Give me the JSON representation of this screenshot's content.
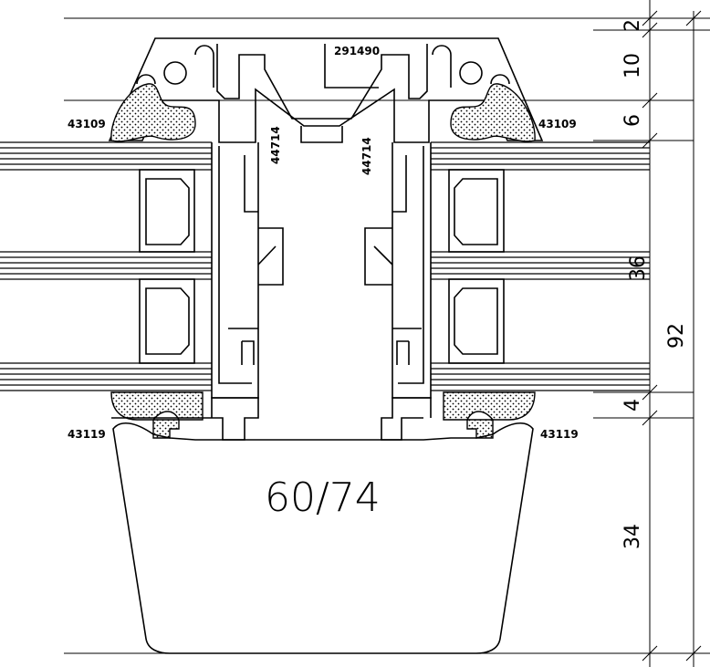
{
  "labels": {
    "profile_top": "291490",
    "gasket_top_left": "43109",
    "gasket_top_right": "43109",
    "insert_left": "44714",
    "insert_right": "44714",
    "gasket_bottom_left": "43119",
    "gasket_bottom_right": "43119",
    "mullion_size": "60/74"
  },
  "dimensions": {
    "d1": "2",
    "d2": "10",
    "d3": "6",
    "d4": "36",
    "d5": "4",
    "d6": "34",
    "total": "92"
  }
}
